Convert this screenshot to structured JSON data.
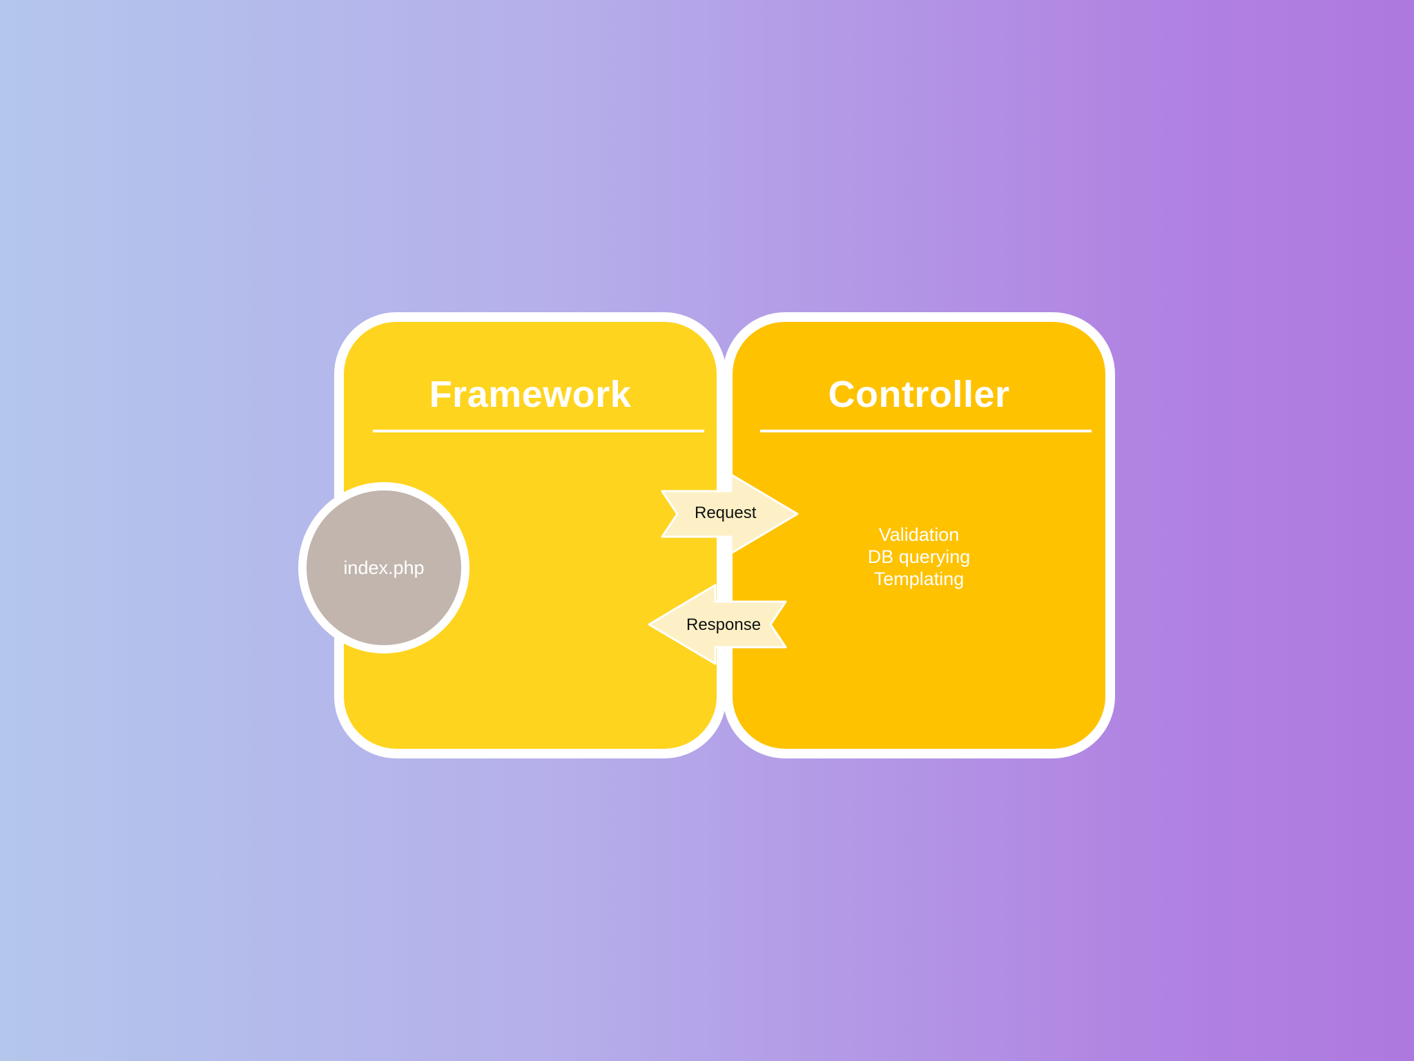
{
  "framework": {
    "title": "Framework",
    "entry_point": "index.php"
  },
  "controller": {
    "title": "Controller",
    "tasks": [
      "Validation",
      "DB querying",
      "Templating"
    ]
  },
  "flows": {
    "request_label": "Request",
    "response_label": "Response"
  },
  "colors": {
    "framework_fill": "#fed41f",
    "controller_fill": "#fec200",
    "entry_fill": "#c1b5ad",
    "arrow_fill": "#fdf0c6"
  }
}
